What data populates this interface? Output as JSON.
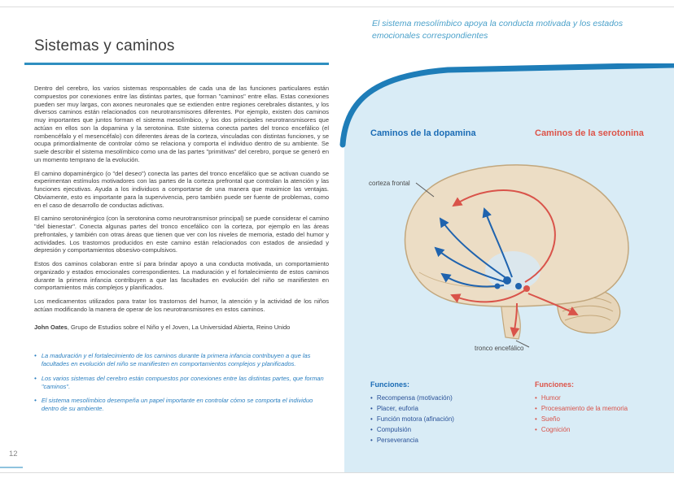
{
  "page": {
    "number": "12",
    "title": "Sistemas y caminos",
    "quote": "El sistema mesolímbico apoya la conducta motivada y los estados emocionales correspondientes"
  },
  "article": {
    "paragraphs": [
      "Dentro del cerebro, los varios sistemas responsables de cada una de las funciones particulares están compuestos por conexiones entre las distintas partes, que forman \"caminos\" entre ellas. Estas conexiones pueden ser muy largas, con axones neuronales que se extienden entre regiones cerebrales distantes, y los diversos caminos están relacionados con neurotransmisores diferentes. Por ejemplo, existen dos caminos muy importantes que juntos forman el sistema mesolímbico, y los dos principales neurotransmisores que actúan en ellos son la dopamina y la serotonina. Este sistema conecta partes del tronco encefálico (el rombencéfalo y el mesencéfalo) con diferentes áreas de la corteza, vinculadas con distintas funciones, y se ocupa primordialmente de controlar cómo se relaciona y comporta el individuo dentro de su ambiente. Se suele describir el sistema mesolímbico como una de las partes \"primitivas\" del cerebro, porque se generó en un momento temprano de la evolución.",
      "El camino dopaminérgico (o \"del deseo\") conecta las partes del tronco encefálico que se activan cuando se experimentan estímulos motivadores con las partes de la corteza prefrontal que controlan la atención y las funciones ejecutivas. Ayuda a los individuos a comportarse de una manera que maximice las ventajas. Obviamente, esto es importante para la supervivencia, pero también puede ser fuente de problemas, como en el caso de desarrollo de conductas adictivas.",
      "El camino serotoninérgico (con la serotonina como neurotransmisor principal) se puede considerar el camino \"del bienestar\". Conecta algunas partes del tronco encefálico con la corteza, por ejemplo en las áreas prefrontales, y también con otras áreas que tienen que ver con los niveles de memoria, estado del humor y actividades. Los trastornos producidos en este camino están relacionados con estados de ansiedad y depresión y comportamientos obsesivo-compulsivos.",
      "Estos dos caminos colaboran entre sí para brindar apoyo a una conducta motivada, un comportamiento organizado y estados emocionales correspondientes. La maduración y el fortalecimiento de estos caminos durante la primera infancia contribuyen a que las facultades en evolución del niño se manifiesten en comportamientos más complejos y planificados.",
      "Los medicamentos utilizados para tratar los trastornos del humor, la atención y la actividad de los niños actúan modificando la manera de operar de los neurotransmisores en estos caminos."
    ],
    "author_name": "John Oates",
    "author_suffix": ", Grupo de Estudios sobre el Niño y el Joven, La Universidad Abierta, Reino Unido",
    "key_points": [
      "La maduración y el fortalecimiento de los caminos durante la primera infancia contribuyen a que las facultades en evolución del niño se manifiesten en comportamientos complejos y planificados.",
      "Los varios sistemas del cerebro están compuestos por conexiones entre las distintas partes, que forman \"caminos\".",
      "El sistema mesolímbico desempeña un papel importante en controlar cómo se comporta el individuo dentro de su ambiente."
    ]
  },
  "panel": {
    "dopamine_title": "Caminos de la dopamina",
    "serotonin_title": "Caminos de la serotonina",
    "brain_labels": {
      "frontal": "corteza frontal",
      "brainstem": "tronco encefálico"
    },
    "dopamine_functions": {
      "heading": "Funciones:",
      "items": [
        "Recompensa (motivación)",
        "Placer, euforia",
        "Función motora (afinación)",
        "Compulsión",
        "Perseverancia"
      ]
    },
    "serotonin_functions": {
      "heading": "Funciones:",
      "items": [
        "Humor",
        "Procesamiento de la memoria",
        "Sueño",
        "Cognición"
      ]
    }
  },
  "colors": {
    "accent_teal": "#2f8fc0",
    "panel_blue": "#d9ecf6",
    "swoosh_blue": "#1e7db8",
    "dopamine_blue": "#1b6cb5",
    "serotonin_red": "#dd5449",
    "quote_blue": "#4ba1ca"
  }
}
